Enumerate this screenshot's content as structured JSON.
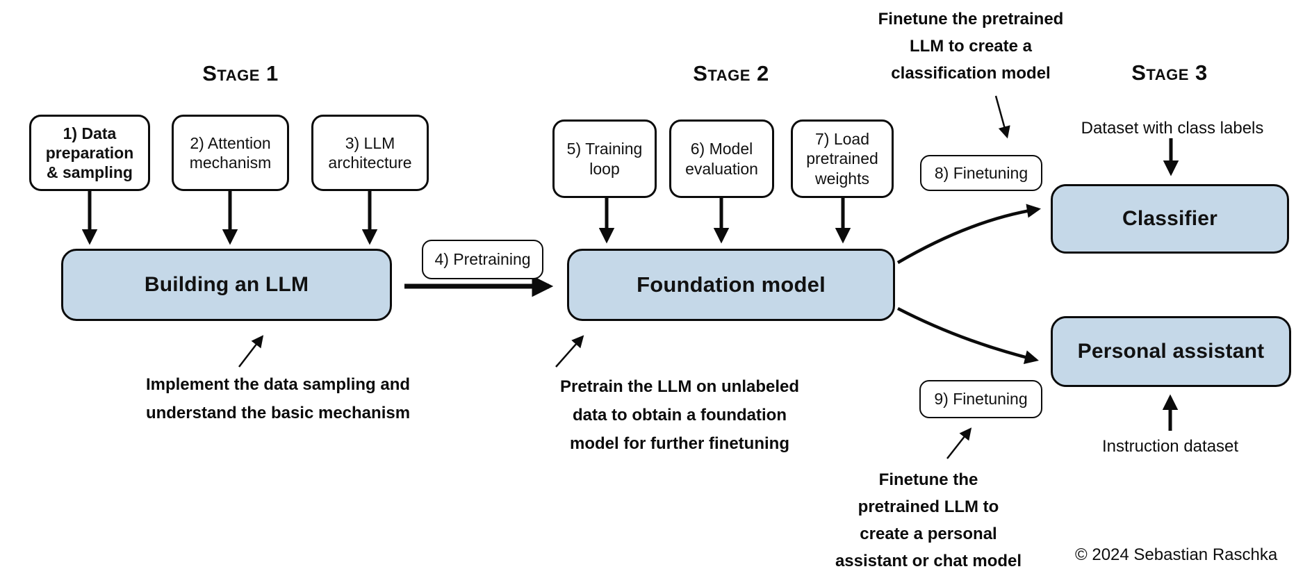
{
  "stage_titles": {
    "s1": "Stage 1",
    "s2": "Stage 2",
    "s3": "Stage 3"
  },
  "boxes": {
    "step1": {
      "lines": [
        "1) Data",
        "preparation",
        "& sampling"
      ]
    },
    "step2": {
      "lines": [
        "2) Attention",
        "mechanism"
      ]
    },
    "step3": {
      "lines": [
        "3) LLM",
        "architecture"
      ]
    },
    "step4": {
      "label": "4) Pretraining"
    },
    "step5": {
      "lines": [
        "5) Training",
        "loop"
      ]
    },
    "step6": {
      "lines": [
        "6) Model",
        "evaluation"
      ]
    },
    "step7": {
      "lines": [
        "7) Load",
        "pretrained",
        "weights"
      ]
    },
    "step8": {
      "label": "8) Finetuning"
    },
    "step9": {
      "label": "9) Finetuning"
    },
    "building": {
      "label": "Building an LLM"
    },
    "foundation": {
      "label": "Foundation model"
    },
    "classifier": {
      "label": "Classifier"
    },
    "personal": {
      "label": "Personal assistant"
    }
  },
  "annotations": {
    "implement": {
      "lines": [
        "Implement the data sampling and",
        "understand the basic mechanism"
      ]
    },
    "pretrain": {
      "lines": [
        "Pretrain the LLM on unlabeled",
        "data to obtain a foundation",
        "model for further finetuning"
      ]
    },
    "classification": {
      "lines": [
        "Finetune the pretrained",
        "LLM to create a",
        "classification model"
      ]
    },
    "chat": {
      "lines": [
        "Finetune the",
        "pretrained LLM to",
        "create a personal",
        "assistant or chat model"
      ]
    }
  },
  "labels": {
    "dataset_class": "Dataset with class labels",
    "instruction_dataset": "Instruction dataset",
    "copyright": "© 2024 Sebastian Raschka"
  },
  "colors": {
    "box_fill_blue": "#c5d8e8",
    "box_border": "#0b0b0b",
    "background": "#ffffff"
  }
}
